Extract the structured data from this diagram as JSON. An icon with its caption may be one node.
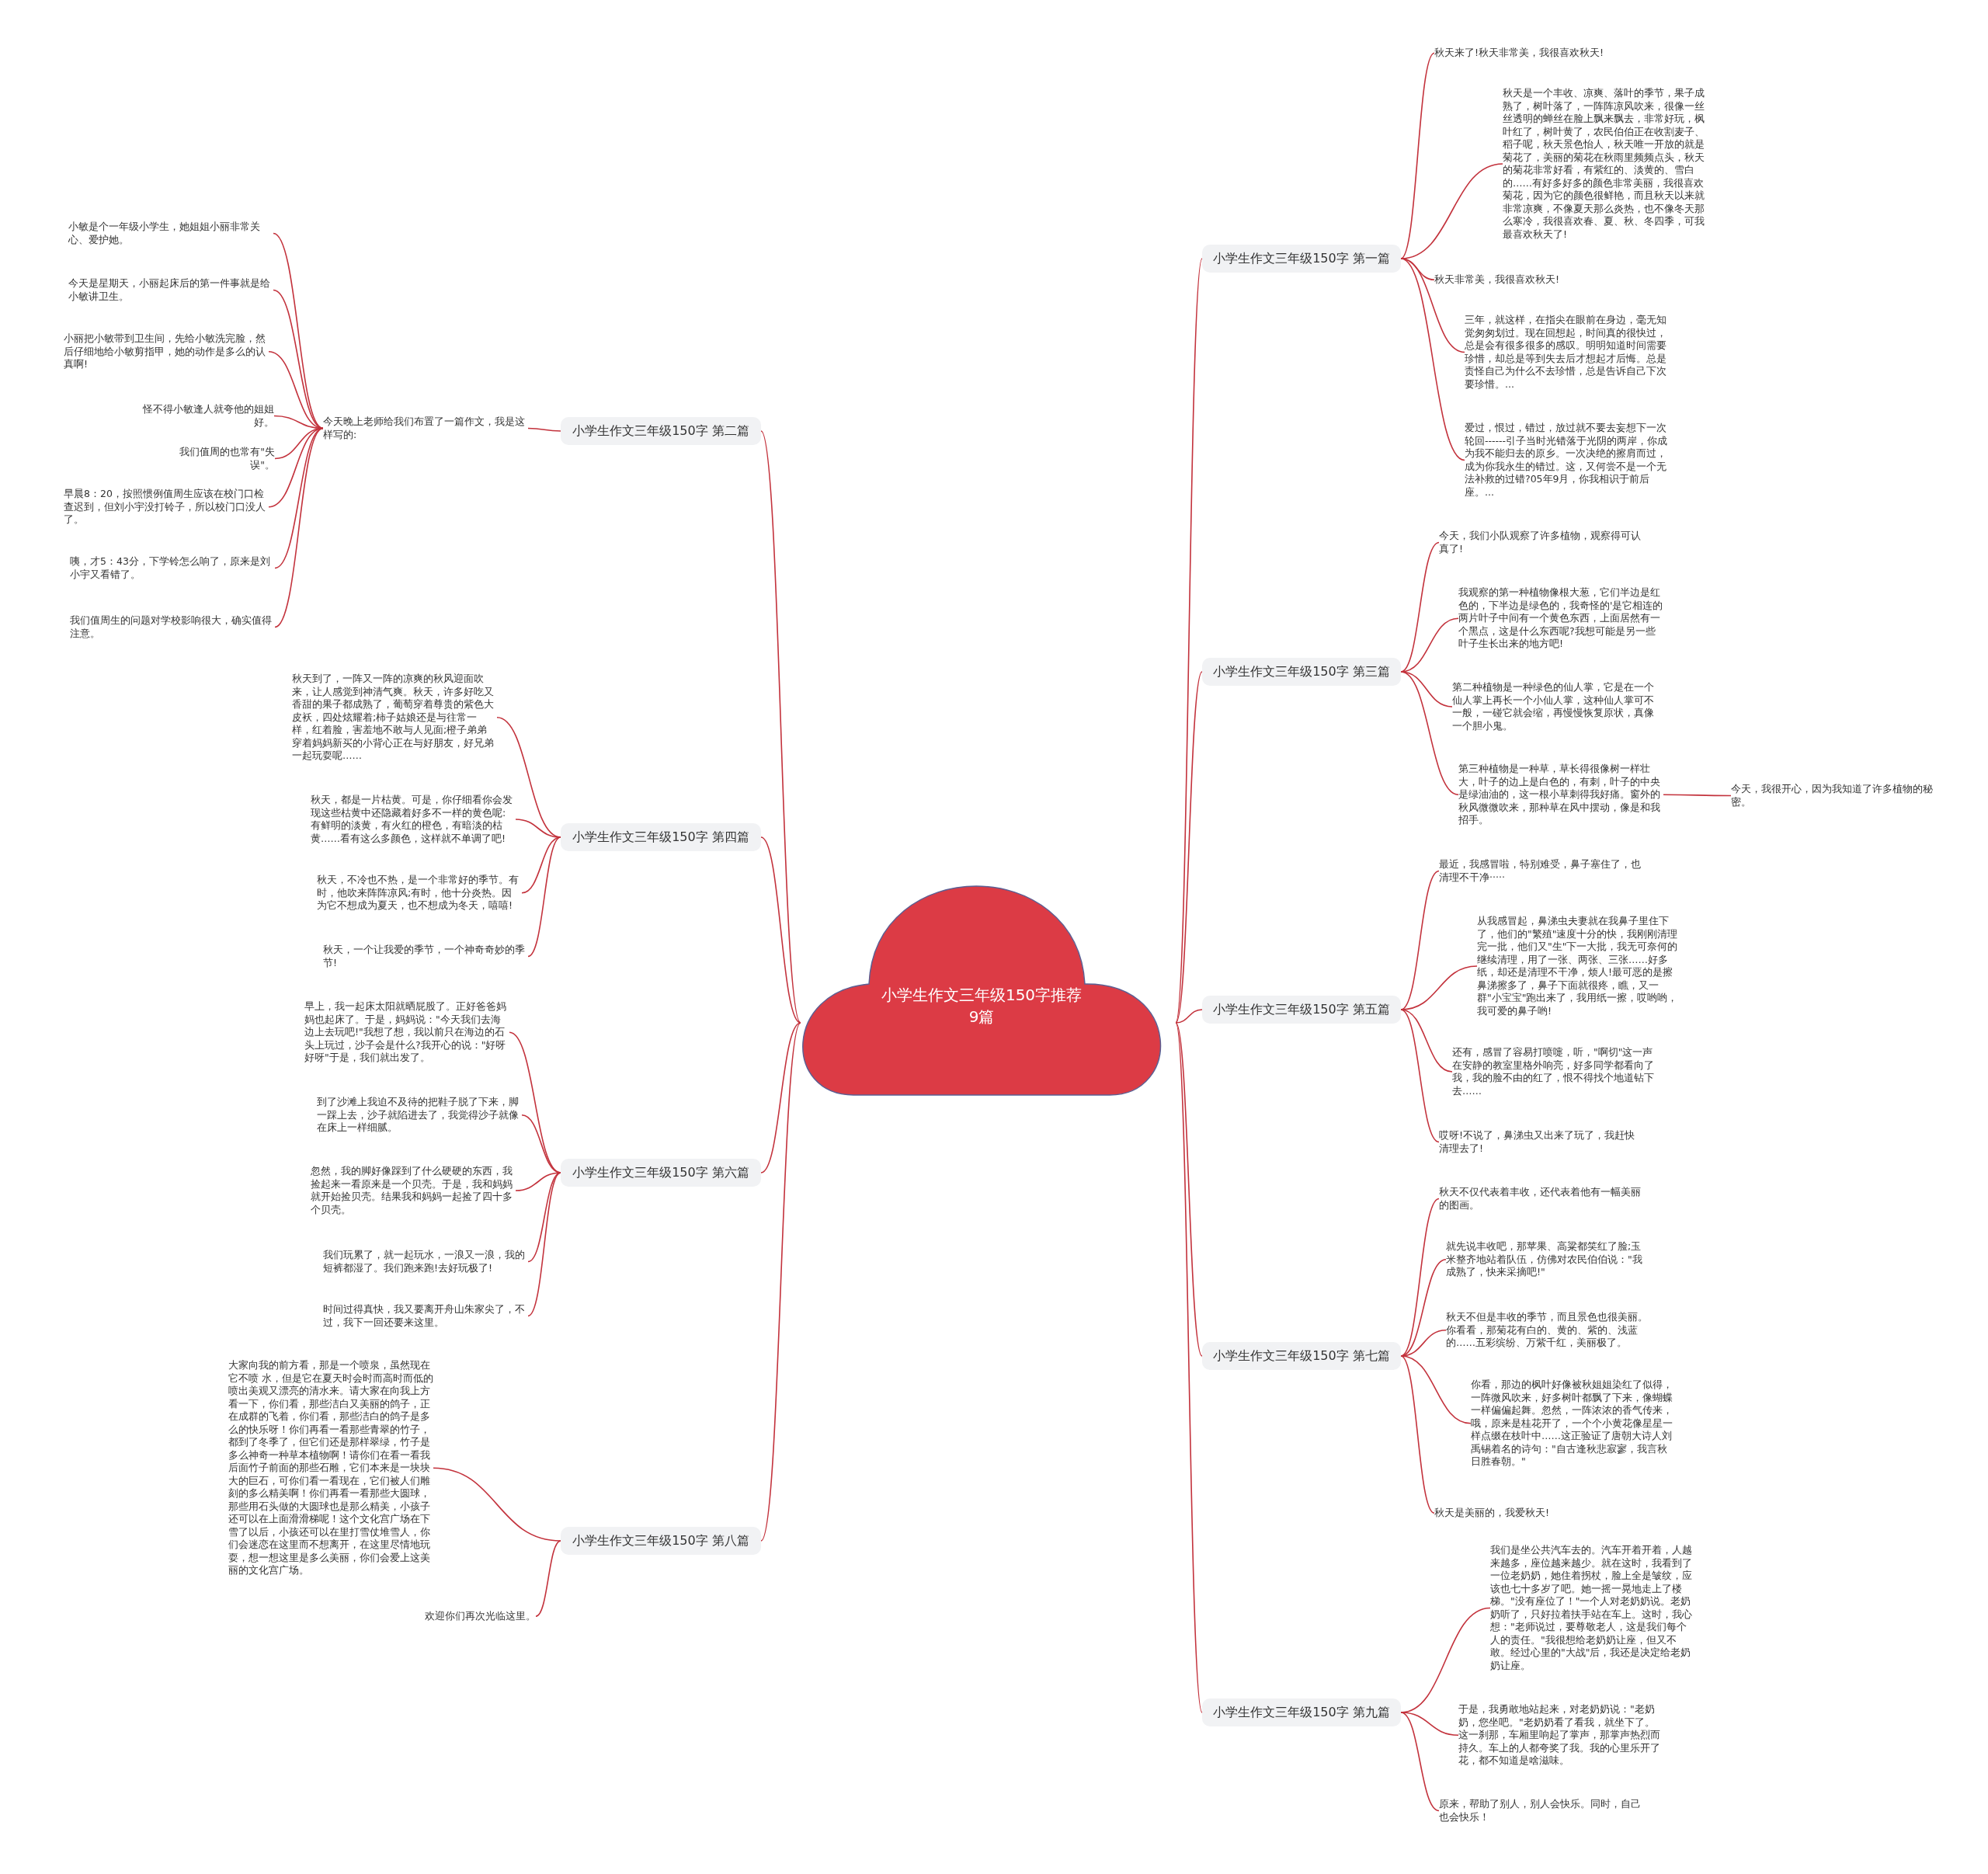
{
  "diagram": {
    "nodes": [
      {
        "text": [
          "小学生作文三年级150字推荐9篇"
        ]
      },
      {
        "text": [
          "小学生作文三年级150字 第一篇"
        ]
      },
      {
        "text": [
          "秋天来了!秋天非常美，我很喜欢秋天!"
        ]
      },
      {
        "text": [
          "秋天是一个丰收、凉爽、落叶的季节，果子成熟了，树叶落了，一阵阵凉风吹来，很像一丝丝透明的蝉丝在脸上飘来飘去，非常好玩，枫叶红了，树叶黄了，农民伯伯正在收割麦子、稻子呢，秋天景色怡人，秋天唯一开放的就是菊花了，美丽的菊花在秋雨里频频点头，秋天的菊花非常好看，有紫红的、淡黄的、雪白的……有好多好多的颜色非常美丽，我很喜欢菊花，因为它的颜色很鲜艳，而且秋天以来就非常凉爽，不像夏天那么炎热，也不像冬天那么寒冷，我很喜欢春、夏、秋、冬四季，可我最喜欢秋天了!"
        ]
      },
      {
        "text": [
          "秋天非常美，我很喜欢秋天!"
        ]
      },
      {
        "text": [
          "三年，就这样，在指尖在眼前在身边，毫无知觉匆匆划过。现在回想起，时间真的很快过，总是会有很多很多的感叹。明明知道时间需要珍惜，却总是等到失去后才想起才后悔。总是责怪自己为什么不去珍惜，总是告诉自己下次要珍惜。..."
        ]
      },
      {
        "text": [
          "爱过，恨过，错过，放过就不要去妄想下一次轮回------引子当时光错落于光阴的两岸，你成为我不能归去的原乡。一次决绝的擦肩而过，成为你我永生的错过。这，又何尝不是一个无法补救的过错?05年9月，你我相识于前后座。..."
        ]
      },
      {
        "text": [
          "小学生作文三年级150字 第二篇"
        ]
      },
      {
        "text": [
          "今天晚上老师给我们布置了一篇作文，我是这样写的:"
        ]
      },
      {
        "text": [
          "小敏是个一年级小学生，她姐姐小丽非常关心、爱护她。"
        ]
      },
      {
        "text": [
          "今天是星期天，小丽起床后的第一件事就是给小敏讲卫生。"
        ]
      },
      {
        "text": [
          "小丽把小敏带到卫生间，先给小敏洗完脸，然后仔细地给小敏剪指甲，她的动作是多么的认真啊!"
        ]
      },
      {
        "text": [
          "怪不得小敏逢人就夸他的姐姐好。"
        ]
      },
      {
        "text": [
          "我们值周的也常有\"失误\"。"
        ]
      },
      {
        "text": [
          "早晨8：20，按照惯例值周生应该在校门口检查迟到，但刘小宇没打铃子，所以校门口没人了。"
        ]
      },
      {
        "text": [
          "咦，才5：43分，下学铃怎么响了，原来是刘小宇又看错了。"
        ]
      },
      {
        "text": [
          "我们值周生的问题对学校影响很大，确实值得注意。"
        ]
      },
      {
        "text": [
          "小学生作文三年级150字 第三篇"
        ]
      },
      {
        "text": [
          "今天，我们小队观察了许多植物，观察得可认真了!"
        ]
      },
      {
        "text": [
          "我观察的第一种植物像根大葱，它们半边是红色的，下半边是绿色的，我奇怪的'是它相连的两片叶子中间有一个黄色东西，上面居然有一个黑点，这是什么东西呢?我想可能是另一些叶子生长出来的地方吧!"
        ]
      },
      {
        "text": [
          "第二种植物是一种绿色的仙人掌，它是在一个仙人掌上再长一个小仙人掌，这种仙人掌可不一般，一碰它就会缩，再慢慢恢复原状，真像一个胆小鬼。"
        ]
      },
      {
        "text": [
          "第三种植物是一种草，草长得很像树一样壮大，叶子的边上是白色的，有刺，叶子的中央是绿油油的，这一根小草刺得我好痛。窗外的秋风微微吹来，那种草在风中摆动，像是和我招手。"
        ]
      },
      {
        "text": [
          "今天，我很开心，因为我知道了许多植物的秘密。"
        ]
      },
      {
        "text": [
          "小学生作文三年级150字 第四篇"
        ]
      },
      {
        "text": [
          "秋天到了，一阵又一阵的凉爽的秋风迎面吹来，让人感觉到神清气爽。秋天，许多好吃又香甜的果子都成熟了，葡萄穿着尊贵的紫色大皮袄，四处炫耀着;柿子姑娘还是与往常一样，红着脸，害羞地不敢与人见面;橙子弟弟穿着妈妈新买的小背心正在与好朋友，好兄弟一起玩耍呢……"
        ]
      },
      {
        "text": [
          "秋天，都是一片枯黄。可是，你仔细看你会发现这些枯黄中还隐藏着好多不一样的黄色呢:有鲜明的淡黄，有火红的橙色，有暗淡的枯黄……看有这么多颜色，这样就不单调了吧!"
        ]
      },
      {
        "text": [
          "秋天，不冷也不热，是一个非常好的季节。有时，他吹来阵阵凉风;有时，他十分炎热。因为它不想成为夏天，也不想成为冬天，嘻嘻!"
        ]
      },
      {
        "text": [
          "秋天，一个让我爱的季节，一个神奇奇妙的季节!"
        ]
      },
      {
        "text": [
          "小学生作文三年级150字 第五篇"
        ]
      },
      {
        "text": [
          "最近，我感冒啦，特别难受，鼻子塞住了，也清理不干净·····"
        ]
      },
      {
        "text": [
          "从我感冒起，鼻涕虫夫妻就在我鼻子里住下了，他们的\"繁殖\"速度十分的快，我刚刚清理完一批，他们又\"生\"下一大批，我无可奈何的继续清理，用了一张、两张、三张……好多纸，却还是清理不干净，烦人!最可恶的是擦鼻涕擦多了，鼻子下面就很疼，瞧，又一群\"小宝宝\"跑出来了，我用纸一擦，哎哟哟，我可爱的鼻子哟!"
        ]
      },
      {
        "text": [
          "还有，感冒了容易打喷嚏，听，\"啊切\"这一声在安静的教室里格外响亮，好多同学都看向了我，我的脸不由的红了，恨不得找个地道钻下去……"
        ]
      },
      {
        "text": [
          "哎呀!不说了，鼻涕虫又出来了玩了，我赶快清理去了!"
        ]
      },
      {
        "text": [
          "小学生作文三年级150字 第六篇"
        ]
      },
      {
        "text": [
          "早上，我一起床太阳就晒屁股了。正好爸爸妈妈也起床了。于是，妈妈说：\"今天我们去海边上去玩吧!\"我想了想，我以前只在海边的石头上玩过，沙子会是什么?我开心的说：\"好呀好呀\"于是，我们就出发了。"
        ]
      },
      {
        "text": [
          "到了沙滩上我迫不及待的把鞋子脱了下来，脚一踩上去，沙子就陷进去了，我觉得沙子就像在床上一样细腻。"
        ]
      },
      {
        "text": [
          "忽然，我的脚好像踩到了什么硬硬的东西，我捡起来一看原来是一个贝壳。于是，我和妈妈就开始捡贝壳。结果我和妈妈一起捡了四十多个贝壳。"
        ]
      },
      {
        "text": [
          "我们玩累了，就一起玩水，一浪又一浪，我的短裤都湿了。我们跑来跑!去好玩极了!"
        ]
      },
      {
        "text": [
          "时间过得真快，我又要离开舟山朱家尖了，不过，我下一回还要来这里。"
        ]
      },
      {
        "text": [
          "小学生作文三年级150字 第七篇"
        ]
      },
      {
        "text": [
          "秋天不仅代表着丰收，还代表着他有一幅美丽的图画。"
        ]
      },
      {
        "text": [
          "就先说丰收吧，那苹果、高粱都笑红了脸;玉米整齐地站着队伍，仿佛对农民伯伯说：\"我成熟了，快来采摘吧!\""
        ]
      },
      {
        "text": [
          "秋天不但是丰收的季节，而且景色也很美丽。你看看，那菊花有白的、黄的、紫的、浅蓝的……五彩缤纷、万紫千红，美丽极了。"
        ]
      },
      {
        "text": [
          "你看，那边的枫叶好像被秋姐姐染红了似得，一阵微风吹来，好多树叶都飘了下来，像蝴蝶一样偏偏起舞。忽然，一阵浓浓的香气传来，哦，原来是桂花开了，一个个小黄花像星星一样点缀在枝叶中……这正验证了唐朝大诗人刘禹锡着名的诗句：\"自古逢秋悲寂寥，我言秋日胜春朝。\""
        ]
      },
      {
        "text": [
          "秋天是美丽的，我爱秋天!"
        ]
      },
      {
        "text": [
          "小学生作文三年级150字 第八篇"
        ]
      },
      {
        "text": [
          "大家向我的前方看，那是一个喷泉，虽然现在它不喷 水，但是它在夏天时会时而高时而低的喷出美观又漂亮的清水来。请大家在向我上方看一下，你们看，那些洁白又美丽的鸽子，正在成群的飞着，你们看，那些洁白的鸽子是多么的快乐呀！你们再看一看那些青翠的竹子，都到了冬季了，但它们还是那样翠绿，竹子是多么神奇一种草本植物啊！请你们在看一看我后面竹子前面的那些石雕，它们本来是一块块大的巨石，可你们看一看现在，它们被人们雕刻的多么精美啊！你们再看一看那些大圆球，那些用石头做的大圆球也是那么精美，小孩子还可以在上面滑滑梯呢！这个文化宫广场在下雪了以后，小孩还可以在里打雪仗堆雪人，你们会迷恋在这里而不想离开，在这里尽情地玩耍，想一想这里是多么美丽，你们会爱上这美丽的文化宫广场。"
        ]
      },
      {
        "text": [
          "欢迎你们再次光临这里。"
        ]
      },
      {
        "text": [
          "小学生作文三年级150字 第九篇"
        ]
      },
      {
        "text": [
          "我们是坐公共汽车去的。汽车开着开着，人越来越多，座位越来越少。就在这时，我看到了一位老奶奶，她住着拐杖，脸上全是皱纹，应该也七十多岁了吧。她一摇一晃地走上了楼梯。\"没有座位了！\"一个人对老奶奶说。老奶奶听了，只好拉着扶手站在车上。这时，我心想：\"老师说过，要尊敬老人，这是我们每个人的责任。\"我很想给老奶奶让座，但又不敢。经过心里的\"大战\"后，我还是决定给老奶奶让座。"
        ]
      },
      {
        "text": [
          "于是，我勇敢地站起来，对老奶奶说：\"老奶奶，您坐吧。\"老奶奶看了看我，就坐下了。这一刹那，车厢里响起了掌声，那掌声热烈而持久。车上的人都夸奖了我。我的心里乐开了花，都不知道是啥滋味。"
        ]
      },
      {
        "text": [
          "原来，帮助了别人，别人会快乐。同时，自己也会快乐！"
        ]
      }
    ],
    "edges": [
      {
        "from": 0,
        "to": 1,
        "arrow": "none"
      },
      {
        "from": 0,
        "to": 7,
        "arrow": "none"
      },
      {
        "from": 0,
        "to": 17,
        "arrow": "none"
      },
      {
        "from": 0,
        "to": 23,
        "arrow": "none"
      },
      {
        "from": 0,
        "to": 28,
        "arrow": "none"
      },
      {
        "from": 0,
        "to": 33,
        "arrow": "none"
      },
      {
        "from": 0,
        "to": 39,
        "arrow": "none"
      },
      {
        "from": 0,
        "to": 45,
        "arrow": "none"
      },
      {
        "from": 0,
        "to": 48,
        "arrow": "none"
      },
      {
        "from": 1,
        "to": 2,
        "arrow": "none"
      },
      {
        "from": 1,
        "to": 3,
        "arrow": "none"
      },
      {
        "from": 1,
        "to": 4,
        "arrow": "none"
      },
      {
        "from": 1,
        "to": 5,
        "arrow": "none"
      },
      {
        "from": 1,
        "to": 6,
        "arrow": "none"
      },
      {
        "from": 7,
        "to": 8,
        "arrow": "none"
      },
      {
        "from": 8,
        "to": 9,
        "arrow": "none"
      },
      {
        "from": 8,
        "to": 10,
        "arrow": "none"
      },
      {
        "from": 8,
        "to": 11,
        "arrow": "none"
      },
      {
        "from": 8,
        "to": 12,
        "arrow": "none"
      },
      {
        "from": 8,
        "to": 13,
        "arrow": "none"
      },
      {
        "from": 8,
        "to": 14,
        "arrow": "none"
      },
      {
        "from": 8,
        "to": 15,
        "arrow": "none"
      },
      {
        "from": 8,
        "to": 16,
        "arrow": "none"
      },
      {
        "from": 17,
        "to": 18,
        "arrow": "none"
      },
      {
        "from": 17,
        "to": 19,
        "arrow": "none"
      },
      {
        "from": 17,
        "to": 20,
        "arrow": "none"
      },
      {
        "from": 17,
        "to": 21,
        "arrow": "none"
      },
      {
        "from": 21,
        "to": 22,
        "arrow": "none"
      },
      {
        "from": 23,
        "to": 24,
        "arrow": "none"
      },
      {
        "from": 23,
        "to": 25,
        "arrow": "none"
      },
      {
        "from": 23,
        "to": 26,
        "arrow": "none"
      },
      {
        "from": 23,
        "to": 27,
        "arrow": "none"
      },
      {
        "from": 28,
        "to": 29,
        "arrow": "none"
      },
      {
        "from": 28,
        "to": 30,
        "arrow": "none"
      },
      {
        "from": 28,
        "to": 31,
        "arrow": "none"
      },
      {
        "from": 28,
        "to": 32,
        "arrow": "none"
      },
      {
        "from": 33,
        "to": 34,
        "arrow": "none"
      },
      {
        "from": 33,
        "to": 35,
        "arrow": "none"
      },
      {
        "from": 33,
        "to": 36,
        "arrow": "none"
      },
      {
        "from": 33,
        "to": 37,
        "arrow": "none"
      },
      {
        "from": 33,
        "to": 38,
        "arrow": "none"
      },
      {
        "from": 39,
        "to": 40,
        "arrow": "none"
      },
      {
        "from": 39,
        "to": 41,
        "arrow": "none"
      },
      {
        "from": 39,
        "to": 42,
        "arrow": "none"
      },
      {
        "from": 39,
        "to": 43,
        "arrow": "none"
      },
      {
        "from": 39,
        "to": 44,
        "arrow": "none"
      },
      {
        "from": 45,
        "to": 46,
        "arrow": "none"
      },
      {
        "from": 45,
        "to": 47,
        "arrow": "none"
      },
      {
        "from": 48,
        "to": 49,
        "arrow": "none"
      },
      {
        "from": 48,
        "to": 50,
        "arrow": "none"
      },
      {
        "from": 48,
        "to": 51,
        "arrow": "none"
      }
    ]
  }
}
